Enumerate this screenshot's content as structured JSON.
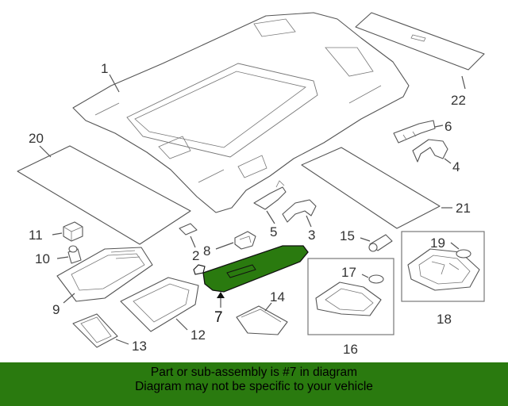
{
  "colors": {
    "highlight": "#2a7a0f",
    "banner": "#2a7a0f",
    "line": "#555555",
    "text": "#333333"
  },
  "callouts": {
    "c1": "1",
    "c2": "2",
    "c3": "3",
    "c4": "4",
    "c5": "5",
    "c6": "6",
    "c7": "7",
    "c8": "8",
    "c9": "9",
    "c10": "10",
    "c11": "11",
    "c12": "12",
    "c13": "13",
    "c14": "14",
    "c15": "15",
    "c16": "16",
    "c17": "17",
    "c18": "18",
    "c19": "19",
    "c20": "20",
    "c21": "21",
    "c22": "22"
  },
  "highlighted_part": "7",
  "banner": {
    "line1": "Part or sub-assembly is #7 in diagram",
    "line2": "Diagram may not be specific to your vehicle"
  }
}
